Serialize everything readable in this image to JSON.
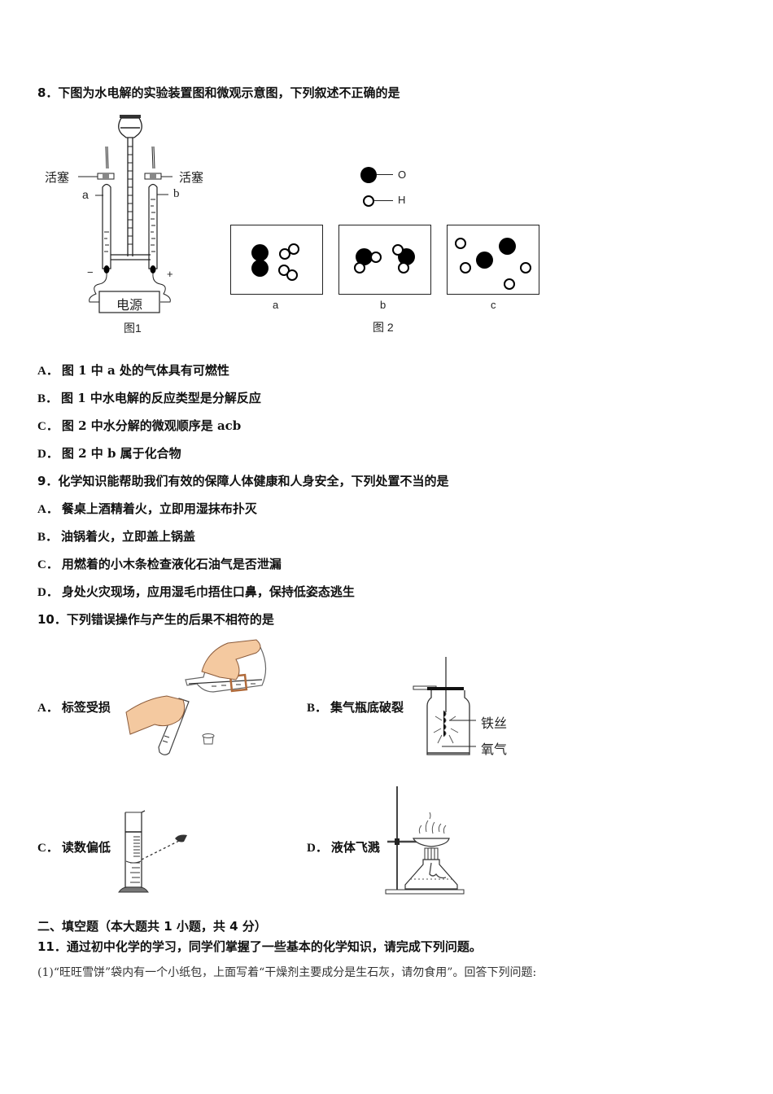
{
  "q8": {
    "stem": "8．下图为水电解的实验装置图和微观示意图，下列叙述不正确的是",
    "fig1": {
      "stopcock_left": "活塞",
      "stopcock_right": "活塞",
      "tube_a": "a",
      "tube_b": "b",
      "neg": "−",
      "pos": "+",
      "power": "电源",
      "caption": "图1"
    },
    "fig2": {
      "legend_o": "O",
      "legend_h": "H",
      "panels": [
        "a",
        "b",
        "c"
      ],
      "caption": "图 2"
    },
    "options": [
      {
        "label": "A．",
        "text": "图 1 中 a 处的气体具有可燃性"
      },
      {
        "label": "B．",
        "text": "图 1 中水电解的反应类型是分解反应"
      },
      {
        "label": "C．",
        "text": "图 2 中水分解的微观顺序是 acb"
      },
      {
        "label": "D．",
        "text": "图 2 中 b 属于化合物"
      }
    ]
  },
  "q9": {
    "stem": "9．化学知识能帮助我们有效的保障人体健康和人身安全，下列处置不当的是",
    "options": [
      {
        "label": "A．",
        "text": "餐桌上酒精着火，立即用湿抹布扑灭"
      },
      {
        "label": "B．",
        "text": "油锅着火，立即盖上锅盖"
      },
      {
        "label": "C．",
        "text": "用燃着的小木条检查液化石油气是否泄漏"
      },
      {
        "label": "D．",
        "text": "身处火灾现场，应用湿毛巾捂住口鼻，保持低姿态逃生"
      }
    ]
  },
  "q10": {
    "stem": "10．下列错误操作与产生的后果不相符的是",
    "options": [
      {
        "label": "A．",
        "text": "标签受损"
      },
      {
        "label": "B．",
        "text": "集气瓶底破裂",
        "fig_labels": [
          "铁丝",
          "氧气"
        ]
      },
      {
        "label": "C．",
        "text": "读数偏低"
      },
      {
        "label": "D．",
        "text": "液体飞溅"
      }
    ]
  },
  "section2": {
    "heading": "二、填空题（本大题共 1 小题，共 4 分）"
  },
  "q11": {
    "stem": "11．通过初中化学的学习，同学们掌握了一些基本的化学知识，请完成下列问题。",
    "sub1": "(1)“旺旺雪饼”袋内有一个小纸包，上面写着“干燥剂主要成分是生石灰，请勿食用”。回答下列问题:"
  }
}
